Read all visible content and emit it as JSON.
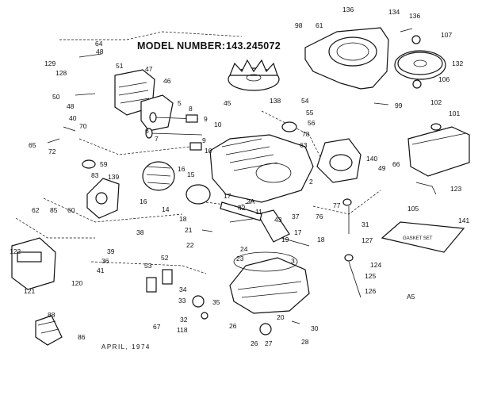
{
  "model_label": "MODEL NUMBER:",
  "model_number": "143.245072",
  "date_label": "APRIL, 1974",
  "gasket_label": "GASKET SET",
  "corner_mark": "A5",
  "callouts": [
    "64",
    "48",
    "129",
    "128",
    "51",
    "47",
    "50",
    "48",
    "46",
    "5",
    "8",
    "9",
    "10",
    "6",
    "7",
    "9",
    "10",
    "40",
    "70",
    "65",
    "72",
    "59",
    "83",
    "139",
    "62",
    "85",
    "60",
    "16",
    "15",
    "14",
    "16",
    "18",
    "11",
    "38",
    "39",
    "21",
    "36",
    "41",
    "122",
    "120",
    "121",
    "53",
    "52",
    "34",
    "33",
    "35",
    "32",
    "118",
    "67",
    "88",
    "86",
    "98",
    "61",
    "136",
    "134",
    "136",
    "107",
    "132",
    "106",
    "45",
    "138",
    "54",
    "55",
    "56",
    "78",
    "63",
    "99",
    "102",
    "101",
    "140",
    "49",
    "66",
    "123",
    "105",
    "2",
    "17",
    "42",
    "2A",
    "43",
    "37",
    "76",
    "77",
    "31",
    "127",
    "141",
    "124",
    "125",
    "126",
    "3",
    "24",
    "23",
    "22",
    "17",
    "19",
    "18",
    "26",
    "30",
    "26",
    "27",
    "28",
    "20"
  ]
}
